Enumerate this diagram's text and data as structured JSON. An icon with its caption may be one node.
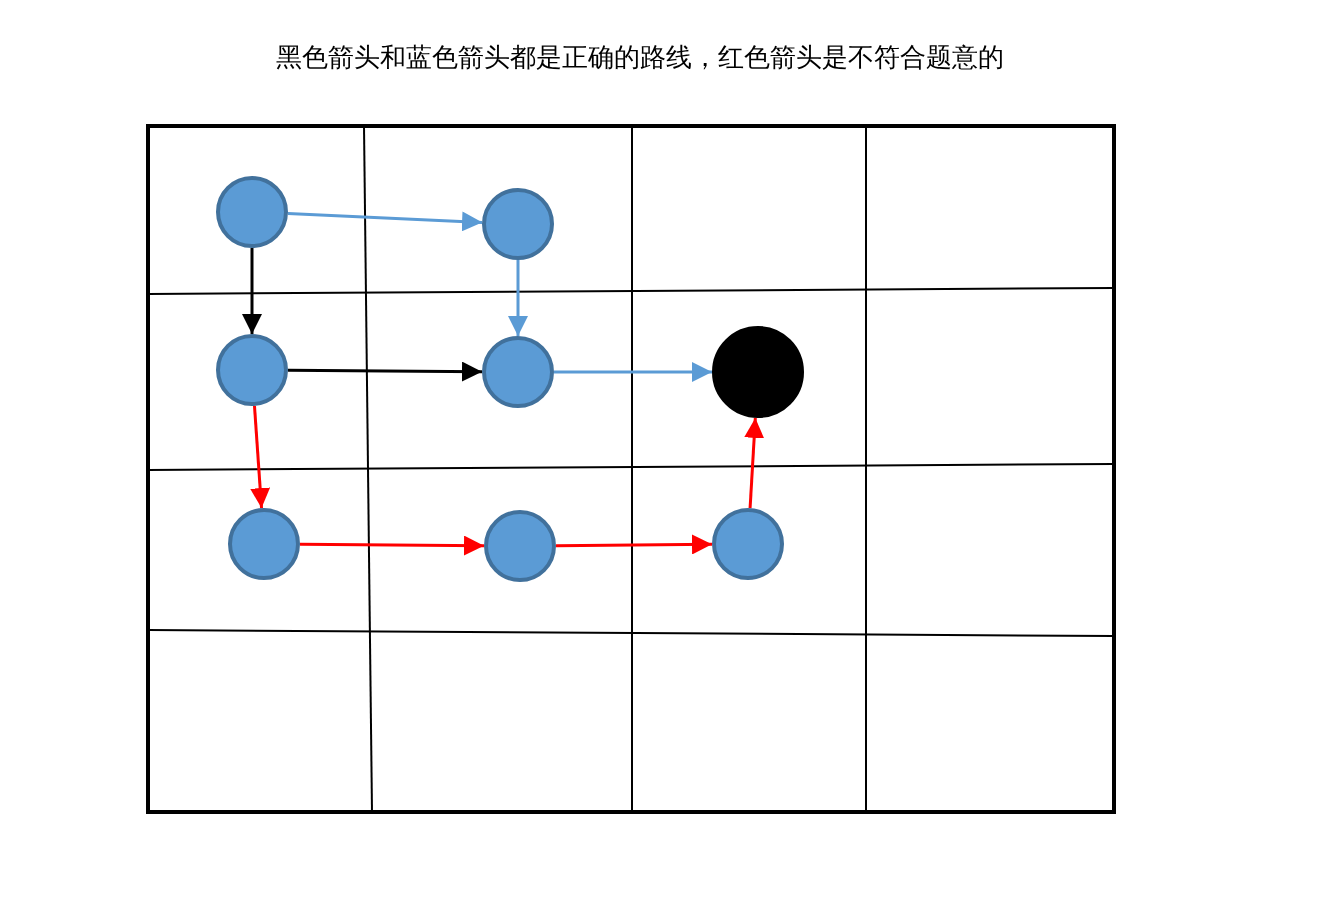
{
  "diagram": {
    "title": "黑色箭头和蓝色箭头都是正确的路线，红色箭头是不符合题意的",
    "nodes": [
      {
        "text": [],
        "shape": "circle"
      },
      {
        "text": [],
        "shape": "circle"
      },
      {
        "text": [],
        "shape": "circle"
      },
      {
        "text": [],
        "shape": "circle"
      },
      {
        "text": [],
        "shape": "circle"
      },
      {
        "text": [],
        "shape": "circle"
      },
      {
        "text": [],
        "shape": "circle"
      },
      {
        "text": [],
        "shape": "circle"
      }
    ],
    "edges": [
      {
        "from": 0,
        "to": 1,
        "arrow": "to",
        "color": "#5b9bd5"
      },
      {
        "from": 0,
        "to": 2,
        "arrow": "to",
        "color": "#000000"
      },
      {
        "from": 1,
        "to": 3,
        "arrow": "to",
        "color": "#5b9bd5"
      },
      {
        "from": 2,
        "to": 3,
        "arrow": "to",
        "color": "#000000"
      },
      {
        "from": 3,
        "to": 4,
        "arrow": "to",
        "color": "#5b9bd5"
      },
      {
        "from": 2,
        "to": 5,
        "arrow": "to",
        "color": "#ff0000"
      },
      {
        "from": 5,
        "to": 6,
        "arrow": "to",
        "color": "#ff0000"
      },
      {
        "from": 6,
        "to": 7,
        "arrow": "to",
        "color": "#ff0000"
      },
      {
        "from": 7,
        "to": 4,
        "arrow": "to",
        "color": "#ff0000"
      }
    ]
  }
}
